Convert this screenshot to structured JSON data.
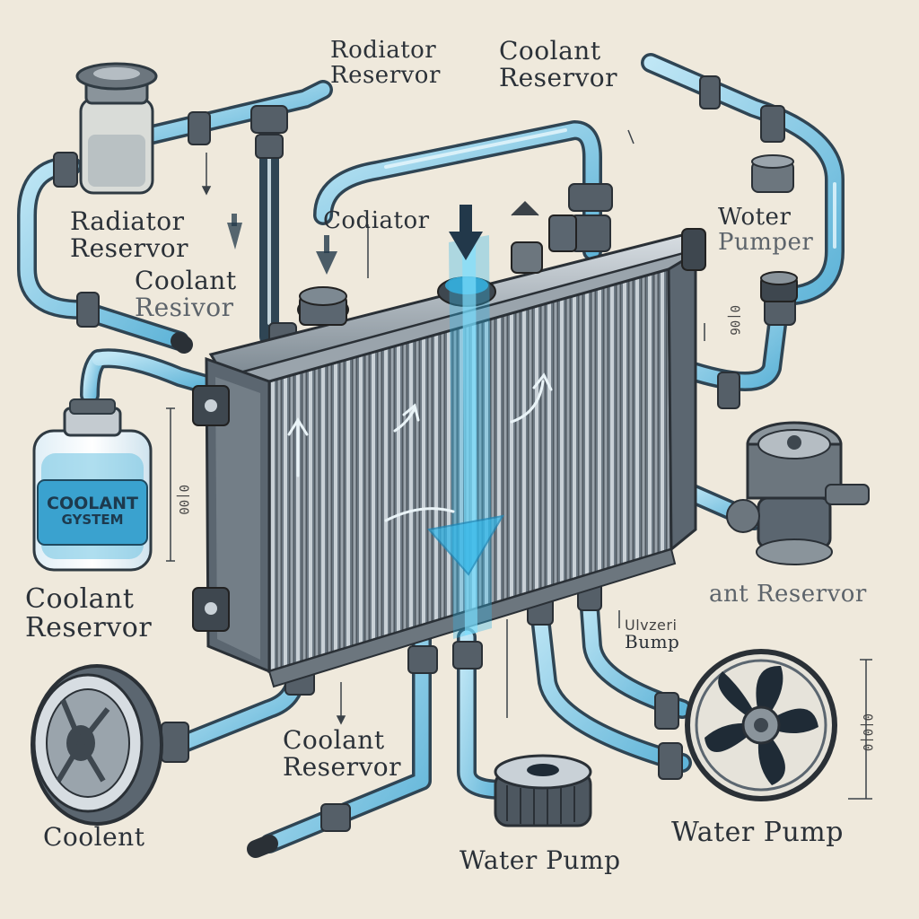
{
  "labels": {
    "top_radiator_reservor": [
      "Rodiator",
      "Reservor"
    ],
    "top_coolant_reservor": [
      "Coolant",
      "Reservor"
    ],
    "left_radiator_reservor": [
      "Radiator",
      "Reservor"
    ],
    "left_coolant_resivor": [
      "Coolant",
      "Resivor"
    ],
    "center_codiator": "Codiator",
    "right_water_pumper": [
      "Woter",
      "Pumper"
    ],
    "right_reservor": "ant Reservor",
    "right_small_pump": [
      "Ulvzeri",
      "Bump"
    ],
    "left_coolant_reservor": [
      "Coolant",
      "Reservor"
    ],
    "bottom_coolant_reservor": [
      "Coolant",
      "Reservor"
    ],
    "bottom_coolent": "Coolent",
    "bottom_water_pump_center": "Water Pump",
    "bottom_water_pump_right": "Water Pump",
    "bottle_text": [
      "COOLANT",
      "GYSTEM"
    ],
    "vert_left": "0|00",
    "vert_right_mid": "0|06",
    "vert_right_low": "0|0|0"
  },
  "colors": {
    "background": "#efe9dc",
    "pipe": "#7fc6e4",
    "pipe_outline": "#2f4554",
    "coolant_flow": "#35b7e8",
    "radiator_body": "#5b6670",
    "fin_dark": "#3a434b",
    "fin_light": "#aeb8c0"
  }
}
